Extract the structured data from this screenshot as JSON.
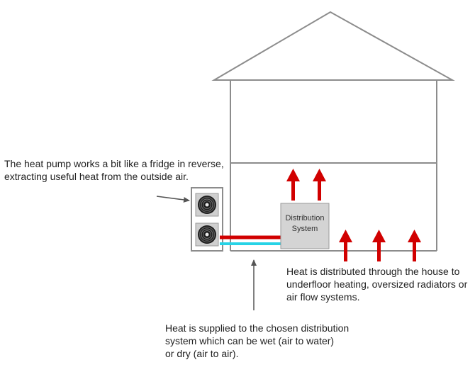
{
  "annotations": {
    "heat_pump": {
      "lines": [
        "The heat pump works a bit like a fridge in reverse,",
        "extracting useful heat from the outside air."
      ]
    },
    "distribution": {
      "lines": [
        "Heat is distributed through the house to",
        "underfloor heating, oversized radiators or",
        "air flow systems."
      ]
    },
    "supply": {
      "lines": [
        "Heat is supplied to the chosen distribution",
        "system which can be wet (air to water)",
        "or dry (air to air)."
      ]
    }
  },
  "distribution_box": {
    "lines": [
      "Distribution",
      "System"
    ]
  },
  "colors": {
    "walls": "#8c8c8c",
    "arrow_red": "#d10000",
    "pipe_hot": "#d10000",
    "pipe_cold": "#27d3e6",
    "box_fill": "#d4d4d4",
    "box_border": "#9a9a9a",
    "pointer": "#555555",
    "text": "#222222"
  },
  "icons": [
    "heat-pump-fan-icon",
    "up-arrow-icon",
    "pointer-arrow-icon"
  ]
}
